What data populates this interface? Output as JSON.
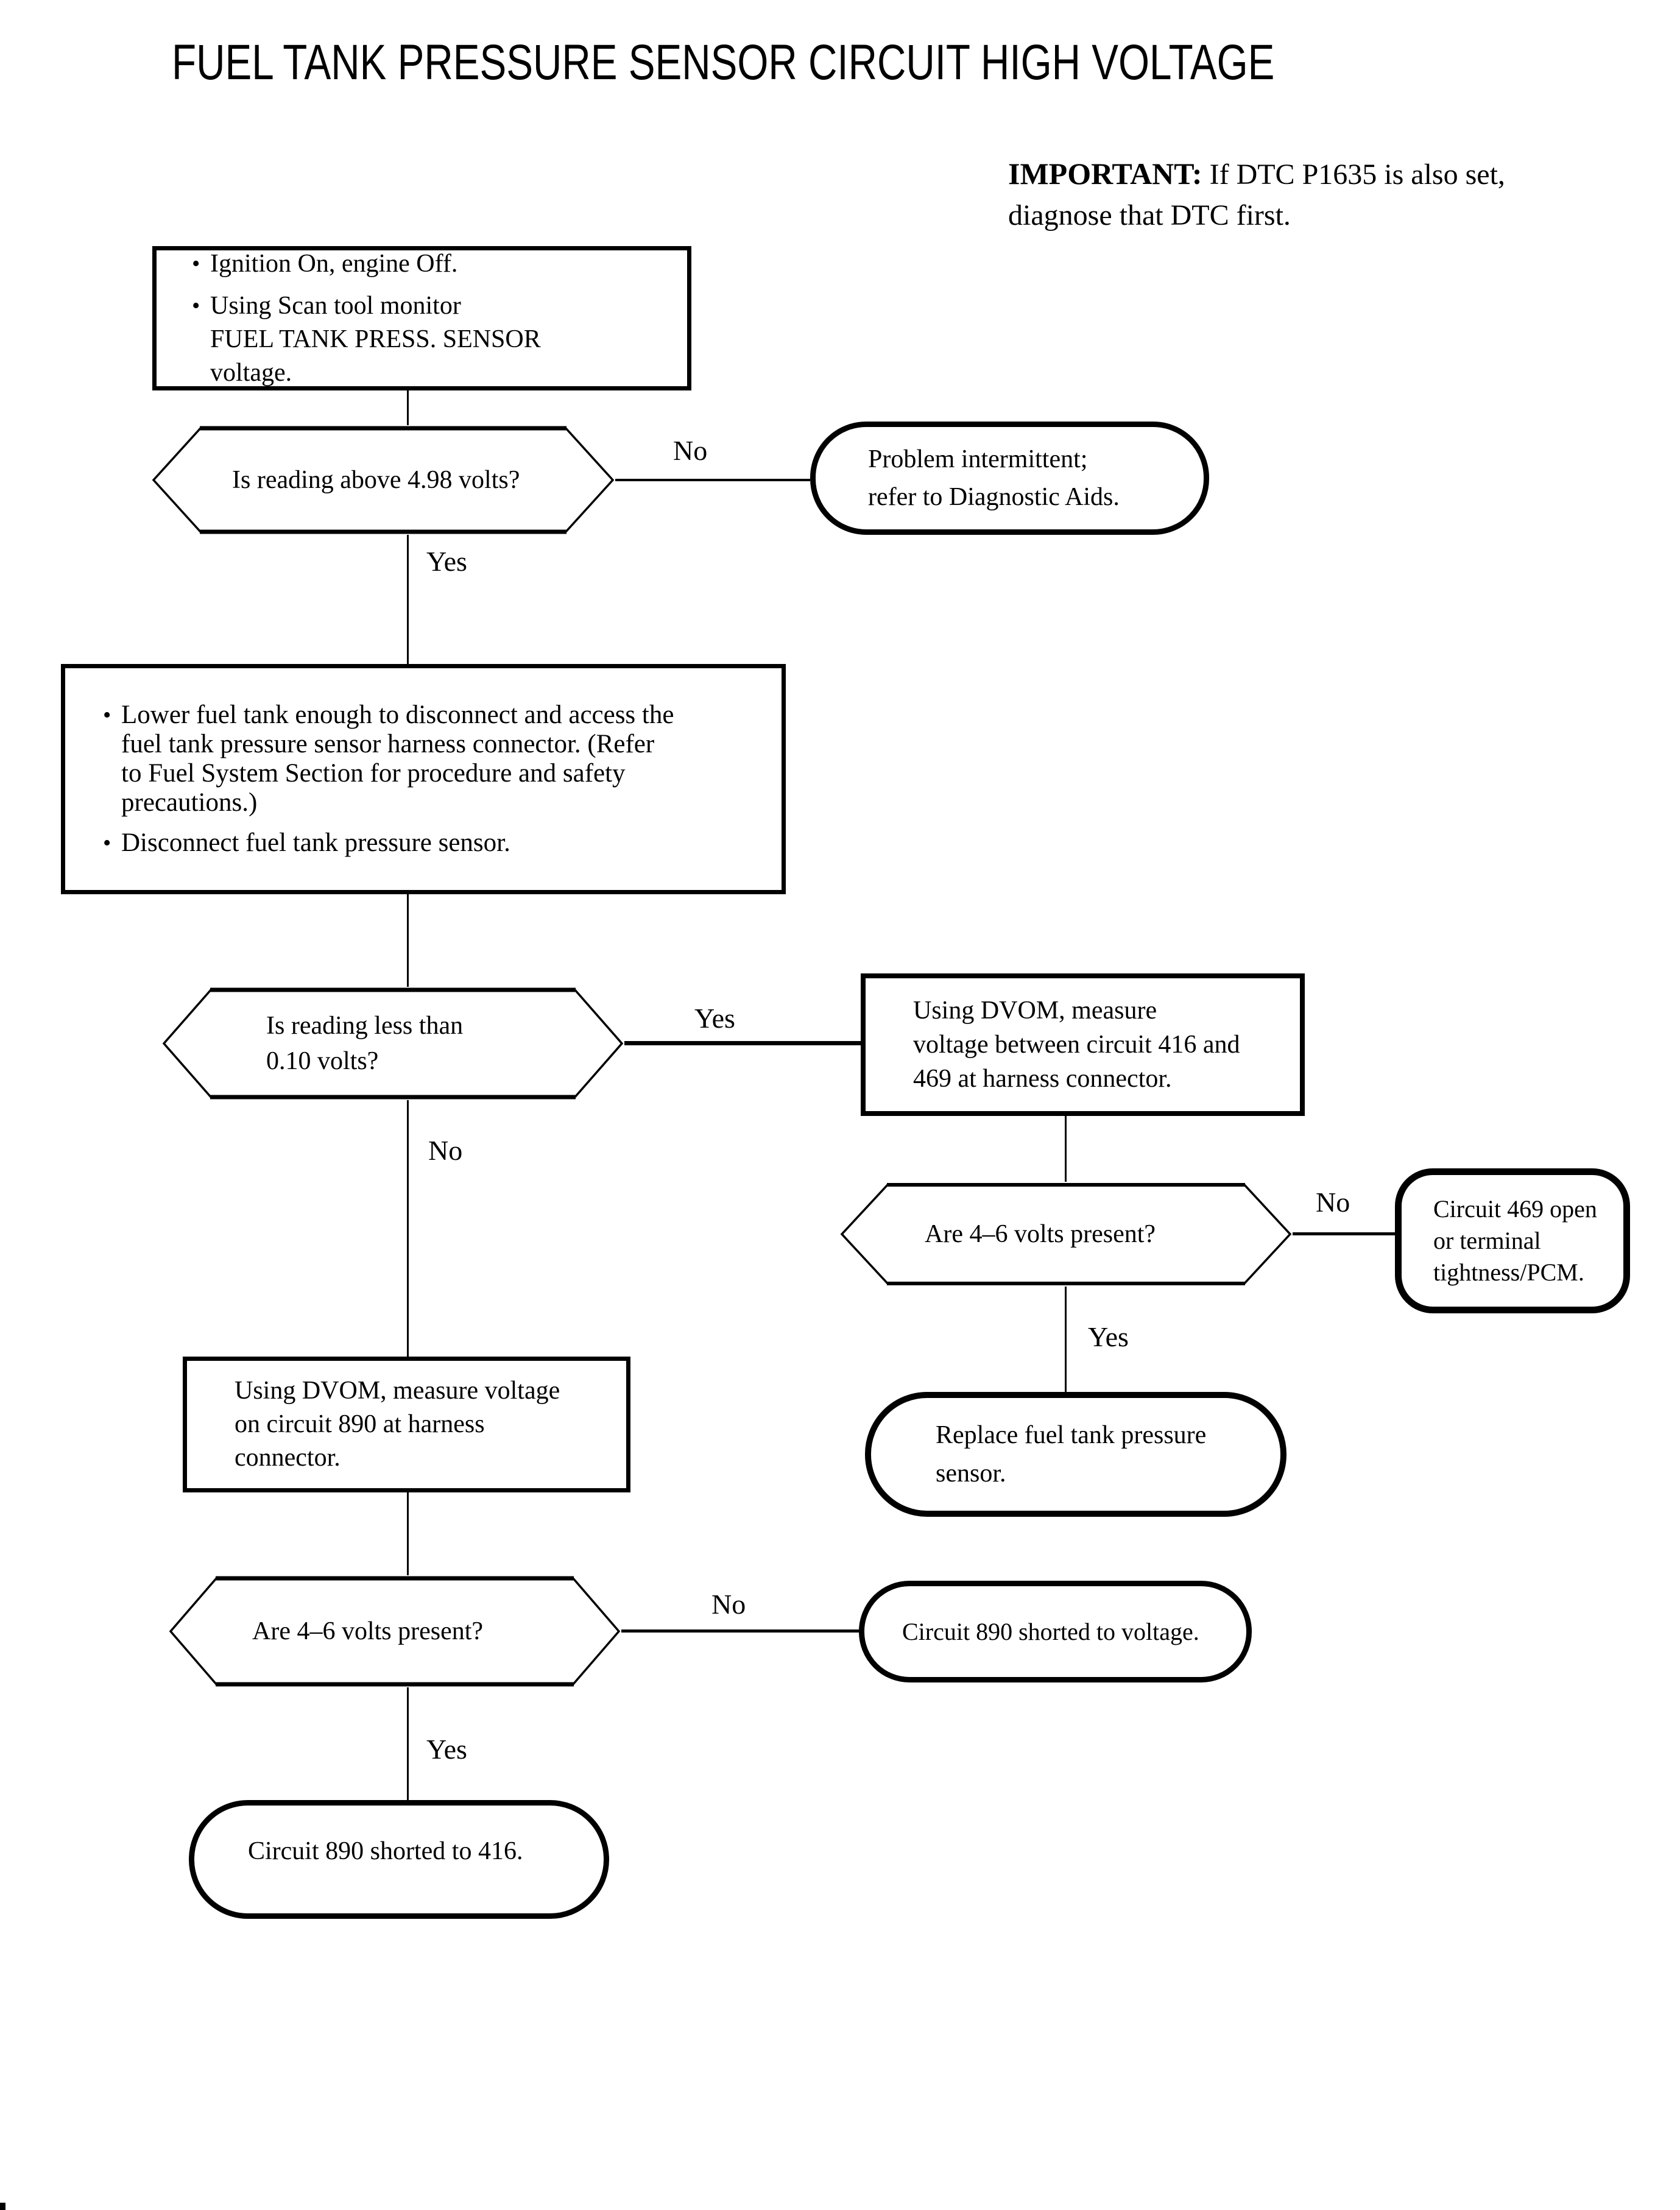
{
  "colors": {
    "ink": "#000000",
    "paper": "#ffffff"
  },
  "title": "FUEL TANK PRESSURE SENSOR CIRCUIT HIGH VOLTAGE",
  "note": {
    "label": "IMPORTANT:",
    "text": "If DTC P1635 is also set,",
    "text2": "diagnose that DTC first."
  },
  "glyphs": {
    "bullet": "•"
  },
  "labels": {
    "yes": "Yes",
    "no": "No"
  },
  "nodes": {
    "start": {
      "bullets": [
        {
          "lines": [
            "Ignition On, engine Off."
          ]
        },
        {
          "lines": [
            "Using Scan tool monitor",
            "FUEL TANK PRESS. SENSOR",
            "voltage."
          ]
        }
      ]
    },
    "check_above_498": {
      "lines": [
        "Is reading above 4.98 volts?"
      ]
    },
    "problem_intermittent": {
      "lines": [
        "Problem intermittent;",
        "refer to Diagnostic Aids."
      ]
    },
    "lower_tank": {
      "bullets": [
        {
          "lines": [
            "Lower fuel tank enough to disconnect and access the",
            "fuel tank pressure sensor harness connector. (Refer",
            "to Fuel System Section for procedure and safety",
            "precautions.)"
          ]
        },
        {
          "lines": [
            "Disconnect fuel tank pressure sensor."
          ]
        }
      ]
    },
    "check_below_010": {
      "lines": [
        "Is reading less than",
        "0.10 volts?"
      ]
    },
    "measure_416_469": {
      "lines": [
        "Using DVOM, measure",
        "voltage between circuit 416 and",
        "469 at harness connector."
      ]
    },
    "check_46_right": {
      "lines": [
        "Are 4–6 volts present?"
      ]
    },
    "circuit_469_open": {
      "lines": [
        "Circuit 469 open",
        "or terminal",
        "tightness/PCM."
      ]
    },
    "replace_sensor": {
      "lines": [
        "Replace fuel tank pressure",
        "sensor."
      ]
    },
    "measure_890": {
      "lines": [
        "Using DVOM, measure voltage",
        "on circuit 890 at harness",
        "connector."
      ]
    },
    "check_46_left": {
      "lines": [
        "Are 4–6 volts present?"
      ]
    },
    "circuit_890_voltage": {
      "lines": [
        "Circuit 890 shorted to voltage."
      ]
    },
    "circuit_890_416": {
      "lines": [
        "Circuit 890 shorted to 416."
      ]
    }
  }
}
